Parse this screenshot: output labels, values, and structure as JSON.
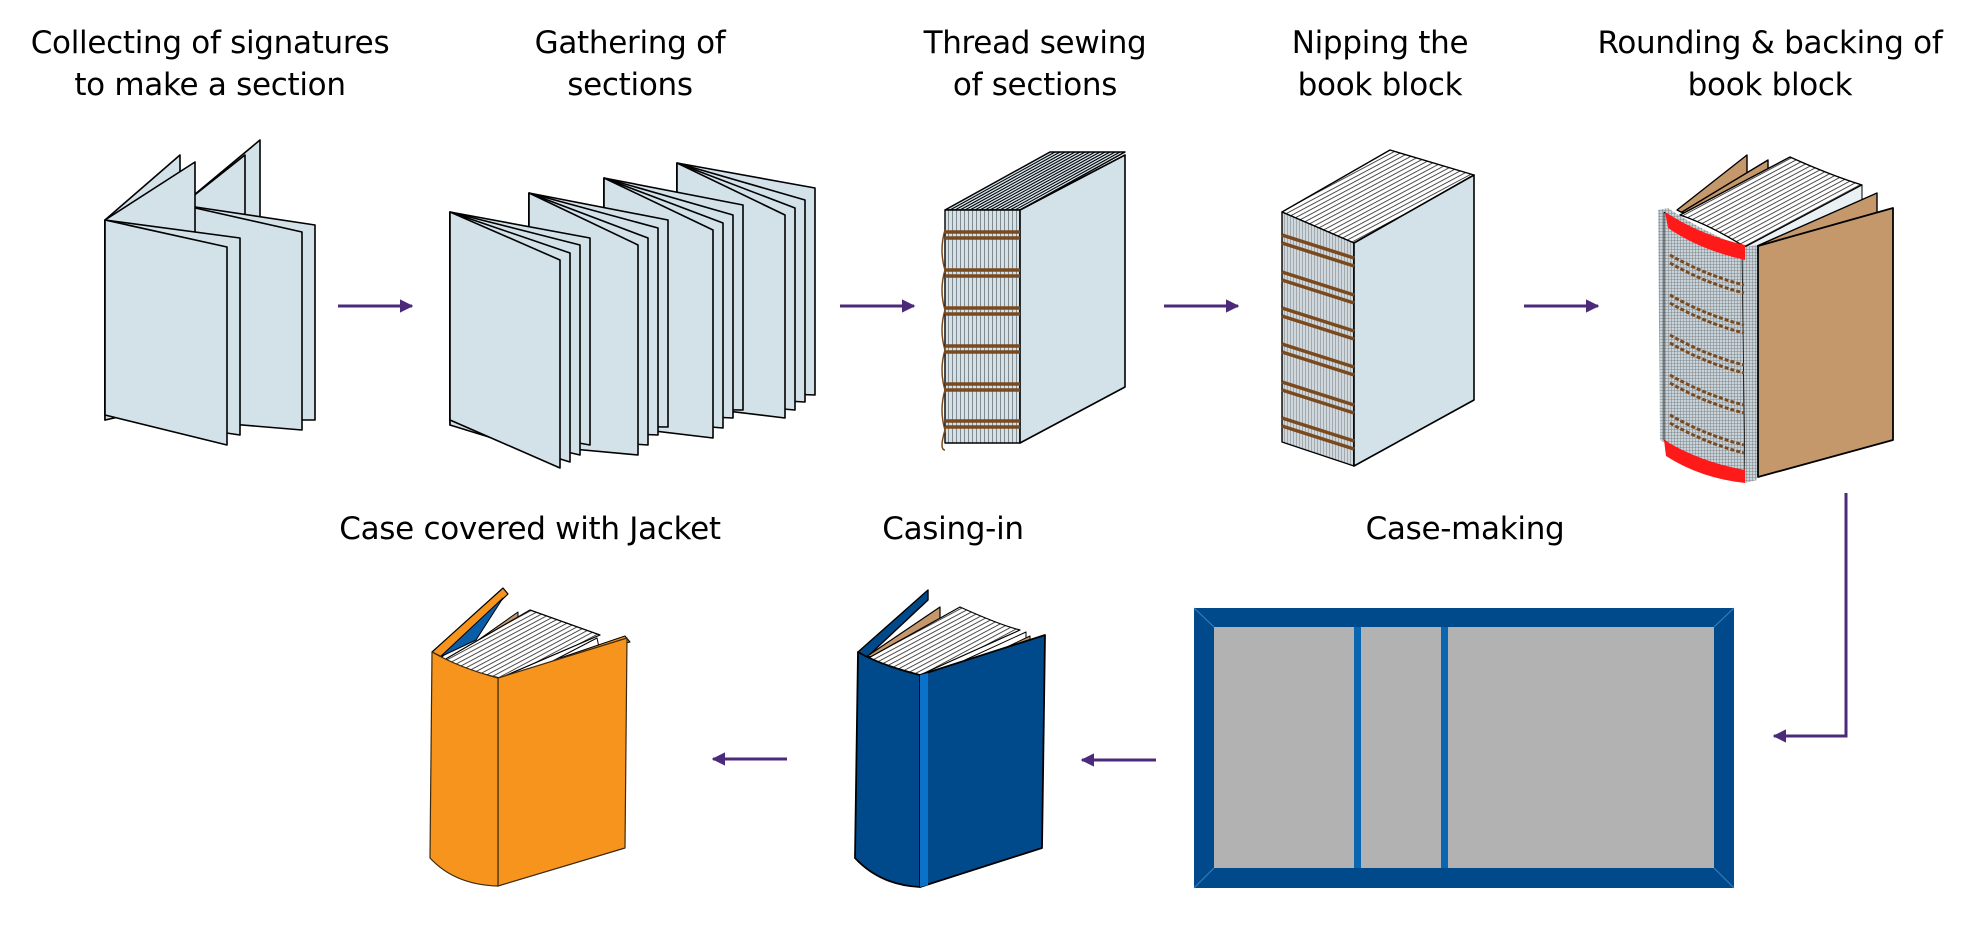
{
  "title": "Hardcover bookbinding process",
  "colors": {
    "paper": "#d3e1e9",
    "outline": "#000000",
    "thread": "#7a4a1e",
    "arrow": "#4b2a7b",
    "headband": "#ff1a1a",
    "board_brown": "#c4986a",
    "case_blue": "#004a8c",
    "case_blue_light": "#0a66b0",
    "board_grey": "#b2b2b2",
    "jacket_orange": "#f7941d"
  },
  "steps": [
    {
      "id": "collecting",
      "label_line1": "Collecting of signatures",
      "label_line2": "to make a section"
    },
    {
      "id": "gathering",
      "label_line1": "Gathering of",
      "label_line2": "sections"
    },
    {
      "id": "sewing",
      "label_line1": "Thread sewing",
      "label_line2": "of sections"
    },
    {
      "id": "nipping",
      "label_line1": "Nipping the",
      "label_line2": "book block"
    },
    {
      "id": "rounding",
      "label_line1": "Rounding & backing of",
      "label_line2": "book block"
    },
    {
      "id": "case-making",
      "label_line1": "Case-making",
      "label_line2": ""
    },
    {
      "id": "casing-in",
      "label_line1": "Casing-in",
      "label_line2": ""
    },
    {
      "id": "jacket",
      "label_line1": "Case covered with Jacket",
      "label_line2": ""
    }
  ],
  "flow": [
    "collecting",
    "gathering",
    "sewing",
    "nipping",
    "rounding",
    "case-making",
    "casing-in",
    "jacket"
  ]
}
